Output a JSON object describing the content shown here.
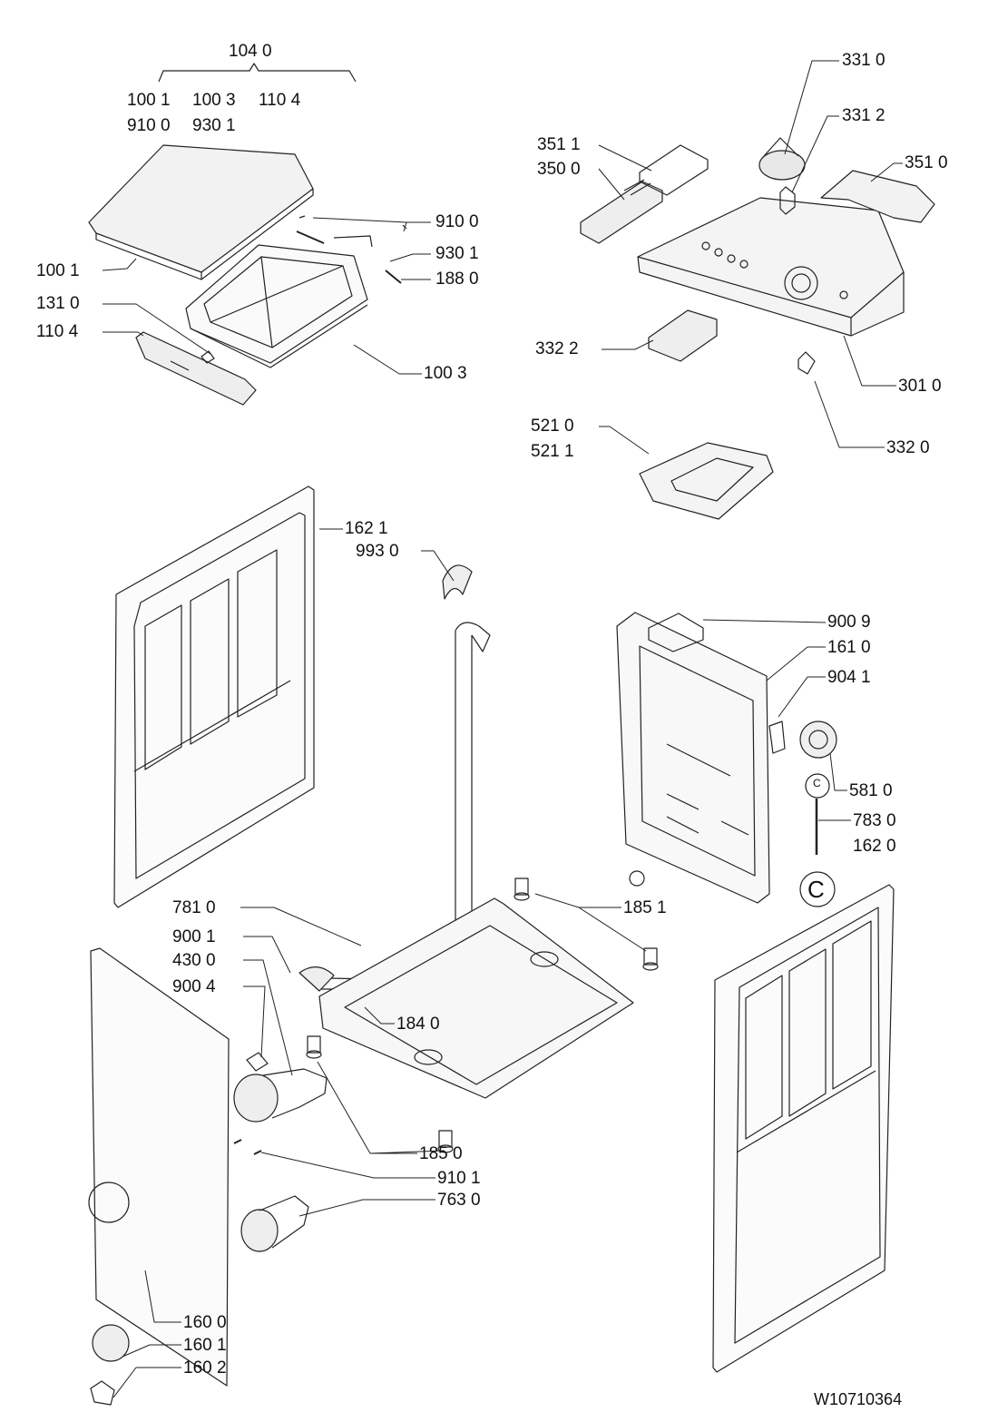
{
  "document_code": "W10710364",
  "assembly_group": {
    "label": "104 0",
    "members_row1": [
      "100 1",
      "100 3",
      "110 4"
    ],
    "members_row2": [
      "910 0",
      "930 1"
    ]
  },
  "callouts": {
    "p1001": "100 1",
    "p1310": "131 0",
    "p1104": "110 4",
    "p9100": "910 0",
    "p9301": "930 1",
    "p1880": "188 0",
    "p1003": "100 3",
    "p3511": "351 1",
    "p3500": "350 0",
    "p3310": "331 0",
    "p3312": "331 2",
    "p3510": "351 0",
    "p3322": "332 2",
    "p3010": "301 0",
    "p3320": "332 0",
    "p5210": "521 0",
    "p5211": "521 1",
    "p1621": "162 1",
    "p9930": "993 0",
    "p9009": "900 9",
    "p1610": "161 0",
    "p9041": "904 1",
    "p5810": "581 0",
    "p7830": "783 0",
    "p1620": "162 0",
    "p7810": "781 0",
    "p1851": "185 1",
    "p9001": "900 1",
    "p4300": "430 0",
    "p9004": "900 4",
    "p1840": "184 0",
    "p1850": "185 0",
    "p9101": "910 1",
    "p7630": "763 0",
    "p1600": "160 0",
    "p1601": "160 1",
    "p1602": "160 2"
  },
  "circle_marks": [
    "C",
    "C"
  ]
}
